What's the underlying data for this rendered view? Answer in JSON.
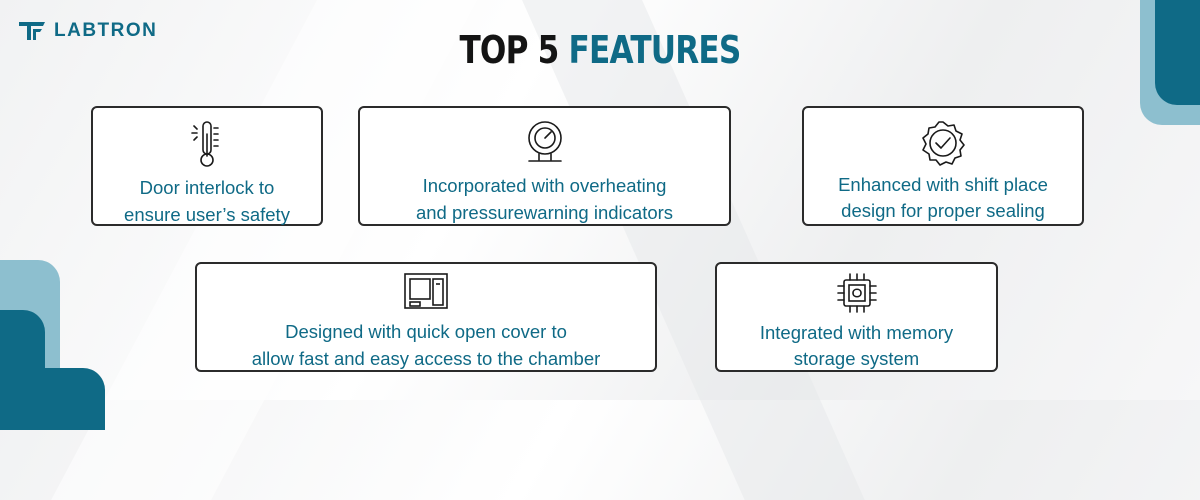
{
  "brand": {
    "logo_text": "LABTRON"
  },
  "heading": {
    "part1": "TOP 5",
    "part2": "FEATURES"
  },
  "colors": {
    "accent": "#0f6a86",
    "accent_light": "#8dbfcf",
    "text_dark": "#141414",
    "card_border": "#2b2b2b"
  },
  "features": [
    {
      "icon": "thermometer-icon",
      "text": "Door interlock to\nensure user’s safety"
    },
    {
      "icon": "gauge-icon",
      "text": "Incorporated with overheating\nand pressurewarning indicators"
    },
    {
      "icon": "badge-check-icon",
      "text": "Enhanced with shift place\ndesign for proper sealing"
    },
    {
      "icon": "chamber-door-icon",
      "text": "Designed with quick open cover to\nallow fast and easy access to the chamber"
    },
    {
      "icon": "chip-icon",
      "text": "Integrated with memory\nstorage system"
    }
  ]
}
